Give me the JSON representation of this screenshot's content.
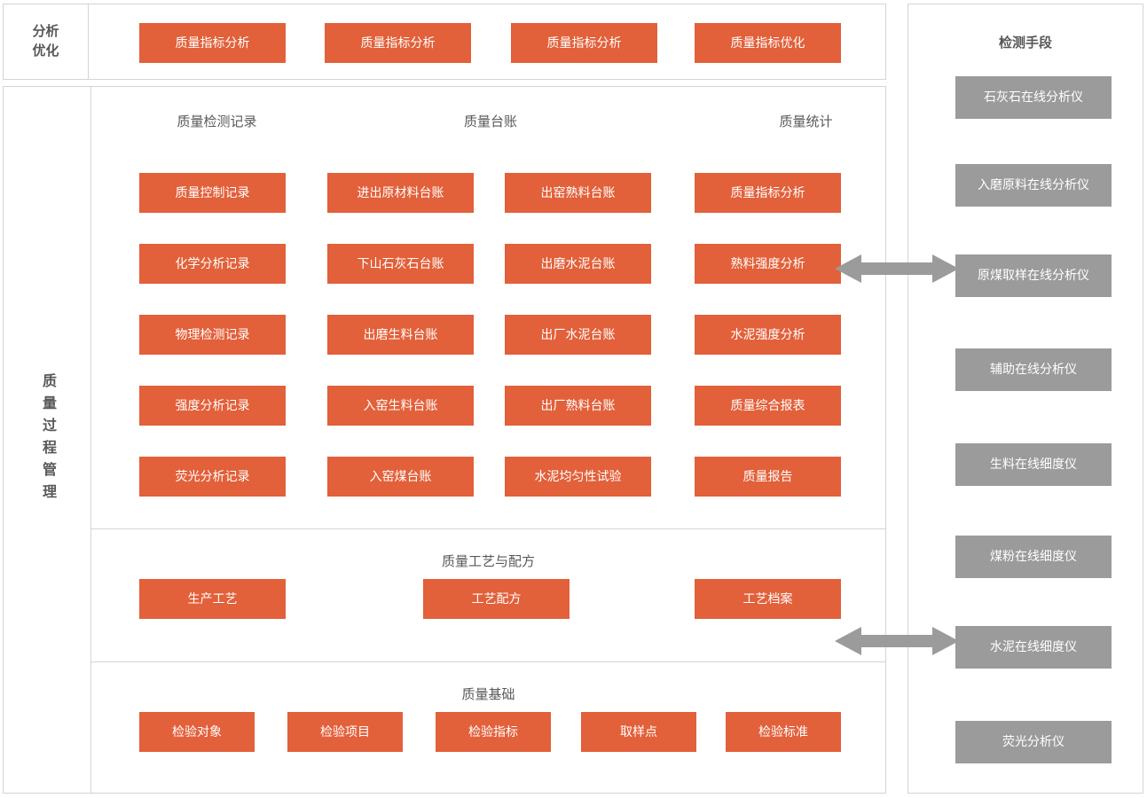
{
  "colors": {
    "accent_orange": "#e2603a",
    "neutral_gray": "#9b9b9b",
    "border": "#d4d4d4",
    "text": "#595959"
  },
  "top_band": {
    "label_line1": "分析",
    "label_line2": "优化",
    "buttons": [
      "质量指标分析",
      "质量指标分析",
      "质量指标分析",
      "质量指标优化"
    ]
  },
  "process": {
    "rail_label": "质量过程管理",
    "records_section": {
      "column_headers": [
        "质量检测记录",
        "质量台账",
        "质量统计"
      ],
      "columns": [
        {
          "header": "质量检测记录",
          "items": [
            "质量控制记录",
            "化学分析记录",
            "物理检测记录",
            "强度分析记录",
            "荧光分析记录"
          ]
        },
        {
          "header": "质量台账",
          "items": [
            "进出原材料台账",
            "下山石灰石台账",
            "出磨生料台账",
            "入窑生料台账",
            "入窑煤台账"
          ]
        },
        {
          "header": "",
          "items": [
            "出窑熟料台账",
            "出磨水泥台账",
            "出厂水泥台账",
            "出厂熟料台账",
            "水泥均匀性试验"
          ]
        },
        {
          "header": "质量统计",
          "items": [
            "质量指标分析",
            "熟料强度分析",
            "水泥强度分析",
            "质量综合报表",
            "质量报告"
          ]
        }
      ]
    },
    "craft_section": {
      "title": "质量工艺与配方",
      "items": [
        "生产工艺",
        "工艺配方",
        "工艺档案"
      ]
    },
    "basis_section": {
      "title": "质量基础",
      "items": [
        "检验对象",
        "检验项目",
        "检验指标",
        "取样点",
        "检验标准"
      ]
    }
  },
  "detection": {
    "title": "检测手段",
    "items": [
      "石灰石在线分析仪",
      "入磨原料在线分析仪",
      "原煤取样在线分析仪",
      "辅助在线分析仪",
      "生料在线细度仪",
      "煤粉在线细度仪",
      "水泥在线细度仪",
      "荧光分析仪"
    ]
  },
  "connectors": [
    {
      "name": "connector-top",
      "from": "熟料强度分析",
      "to": "原煤取样在线分析仪"
    },
    {
      "name": "connector-bottom",
      "from": "工艺档案",
      "to": "水泥在线细度仪"
    }
  ]
}
